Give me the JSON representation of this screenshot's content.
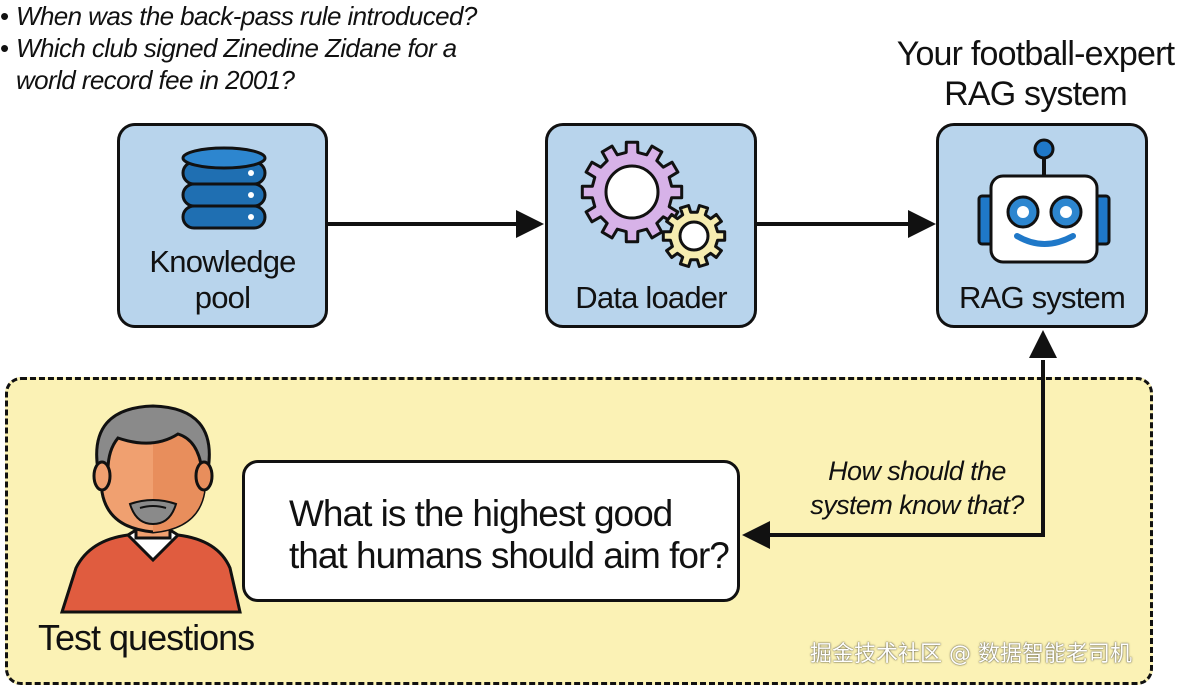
{
  "questions": {
    "bullet": "•",
    "items": [
      "When was the back-pass rule introduced?",
      "Which club signed Zinedine Zidane for a",
      "world record fee in 2001?"
    ]
  },
  "nodes": {
    "knowledge_pool": {
      "line1": "Knowledge",
      "line2": "pool"
    },
    "data_loader": {
      "label": "Data loader"
    },
    "rag_system": {
      "label": "RAG system"
    }
  },
  "rag_title": {
    "line1": "Your football-expert",
    "line2": "RAG system"
  },
  "feedback": {
    "line1": "How should the",
    "line2": "system know that?"
  },
  "test_question": {
    "line1": "What is the highest good",
    "line2": "that humans should aim for?"
  },
  "test_label": "Test questions",
  "watermark": "掘金技术社区 @ 数据智能老司机",
  "colors": {
    "node_fill": "#b8d4ec",
    "panel_fill": "#fbf2b5",
    "database_blue": "#1f6fb2",
    "gear_large": "#d7b2e8",
    "gear_small": "#f6ecb0",
    "robot_blue": "#1f78c8",
    "person_shirt": "#e05c3f",
    "person_skin": "#f0a070",
    "person_hair": "#8a8a8a"
  }
}
